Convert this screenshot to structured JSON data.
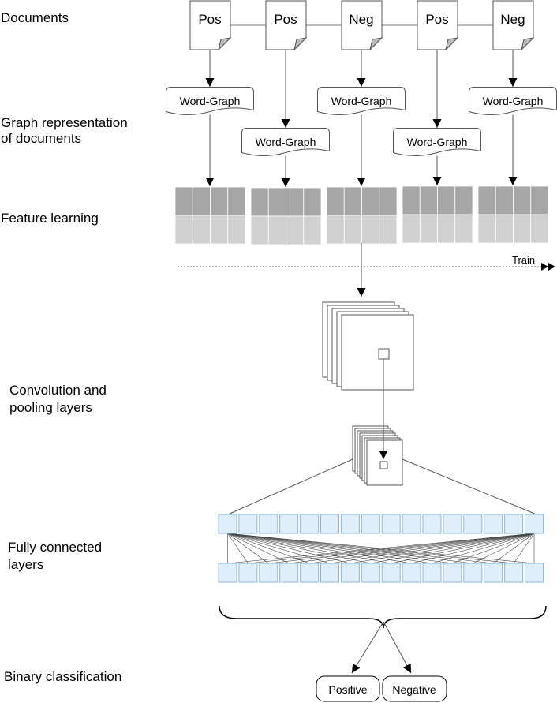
{
  "labels": {
    "documents": "Documents",
    "graph_line1": "Graph representation",
    "graph_line2": "of documents",
    "feature": "Feature learning",
    "conv_line1": "Convolution and",
    "conv_line2": "pooling layers",
    "fc_line1": "Fully connected",
    "fc_line2": "layers",
    "binary": "Binary classification"
  },
  "documents": [
    "Pos",
    "Pos",
    "Neg",
    "Pos",
    "Neg"
  ],
  "word_graph_label": "Word-Graph",
  "train_label": "Train",
  "outputs": {
    "positive": "Positive",
    "negative": "Negative"
  },
  "colors": {
    "matrix_dark": "#a6a6a6",
    "matrix_light": "#d0d0d0",
    "neuron_fill": "#deeefb",
    "neuron_stroke": "#8fb8dc",
    "stroke": "#555555"
  }
}
